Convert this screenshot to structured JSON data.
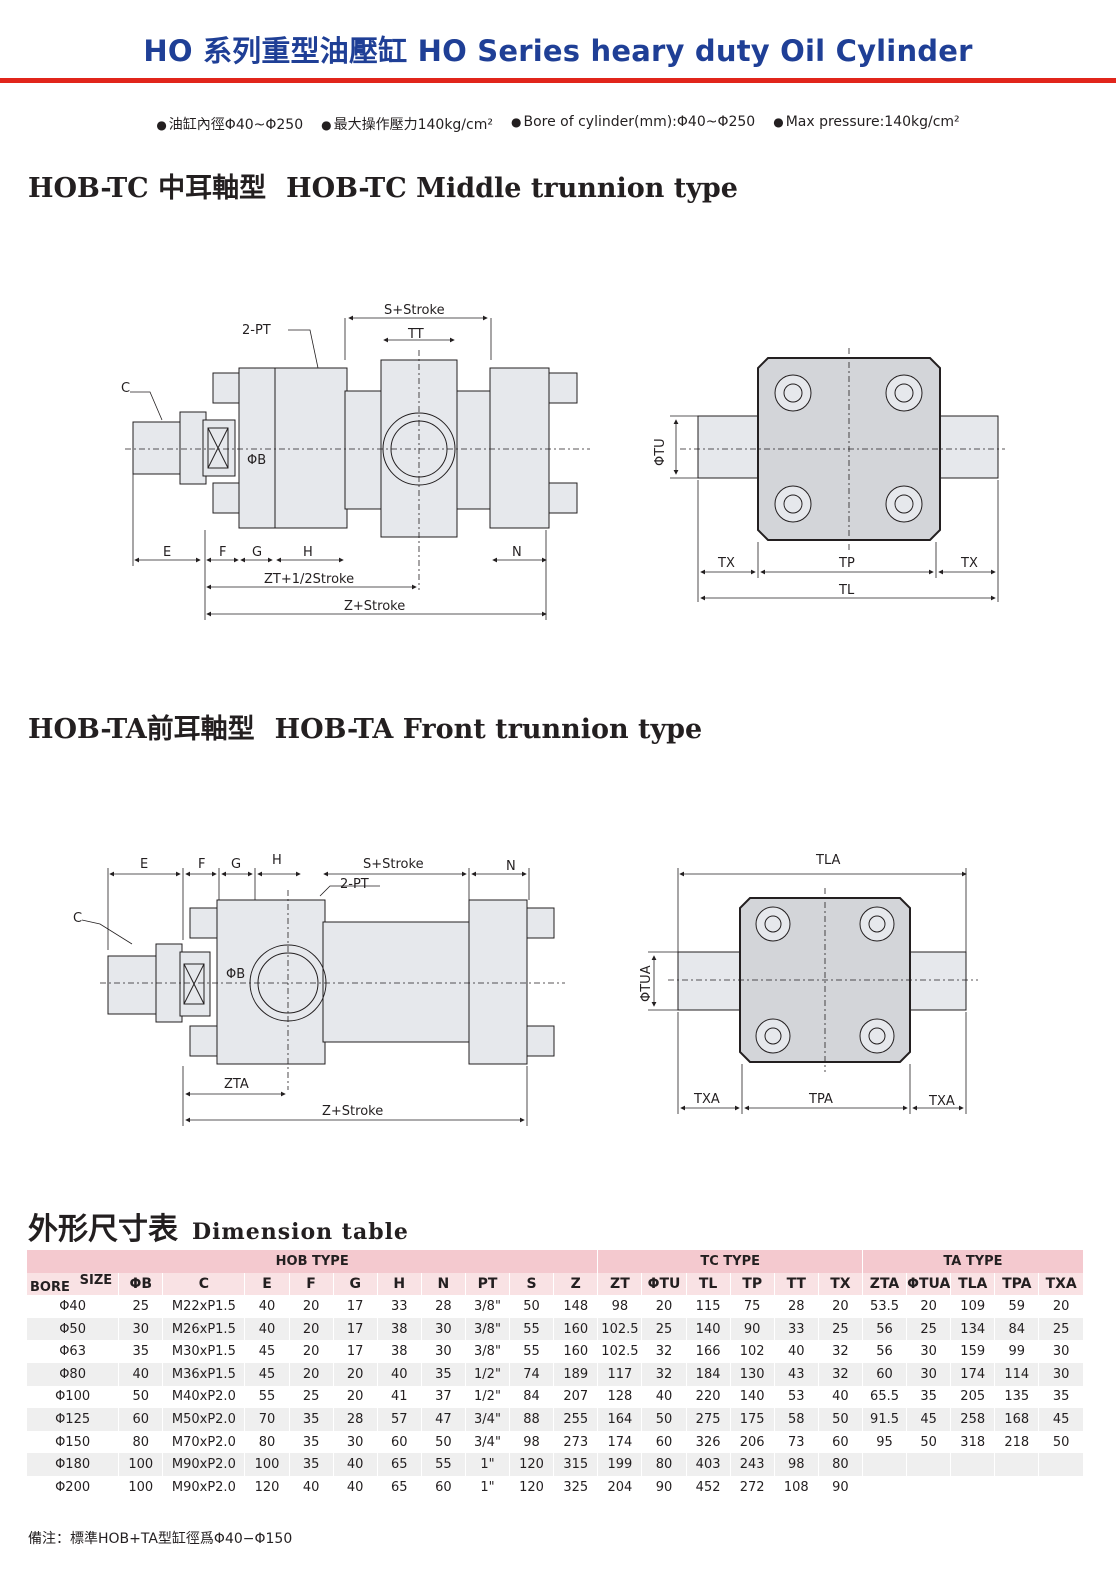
{
  "header": {
    "title": "HO 系列重型油壓缸 HO Series heary duty Oil Cylinder",
    "specs": [
      "油缸內徑Φ40~Φ250",
      "最大操作壓力140kg/cm²",
      "Bore of cylinder(mm):Φ40~Φ250",
      "Max pressure:140kg/cm²"
    ]
  },
  "section_tc": {
    "title_zh": "HOB-TC 中耳軸型",
    "title_en": "HOB-TC Middle trunnion type",
    "labels": {
      "stroke_s": "S+Stroke",
      "tt": "TT",
      "pt": "2-PT",
      "c": "C",
      "phi_b": "ΦB",
      "e": "E",
      "f": "F",
      "g": "G",
      "h": "H",
      "n": "N",
      "zt": "ZT+1/2Stroke",
      "z": "Z+Stroke",
      "phi_tu": "ΦTU",
      "tx_left": "TX",
      "tp": "TP",
      "tx_right": "TX",
      "tl": "TL"
    }
  },
  "section_ta": {
    "title_zh": "HOB-TA前耳軸型",
    "title_en": "HOB-TA Front trunnion type",
    "labels": {
      "e": "E",
      "f": "F",
      "g": "G",
      "h": "H",
      "stroke_s": "S+Stroke",
      "n": "N",
      "pt": "2-PT",
      "c": "C",
      "phi_b": "ΦB",
      "zta": "ZTA",
      "z": "Z+Stroke",
      "tla": "TLA",
      "phi_tua": "ΦTUA",
      "txa_left": "TXA",
      "tpa": "TPA",
      "txa_right": "TXA"
    }
  },
  "dimension_table": {
    "title_zh": "外形尺寸表",
    "title_en": "Dimension table",
    "groups": [
      "HOB TYPE",
      "TC TYPE",
      "TA TYPE"
    ],
    "corner_size": "SIZE",
    "corner_bore": "BORE",
    "columns": [
      "ΦB",
      "C",
      "E",
      "F",
      "G",
      "H",
      "N",
      "PT",
      "S",
      "Z",
      "ZT",
      "ΦTU",
      "TL",
      "TP",
      "TT",
      "TX",
      "ZTA",
      "ΦTUA",
      "TLA",
      "TPA",
      "TXA"
    ],
    "rows": [
      [
        "Φ40",
        "25",
        "M22xP1.5",
        "40",
        "20",
        "17",
        "33",
        "28",
        "3/8\"",
        "50",
        "148",
        "98",
        "20",
        "115",
        "75",
        "28",
        "20",
        "53.5",
        "20",
        "109",
        "59",
        "20"
      ],
      [
        "Φ50",
        "30",
        "M26xP1.5",
        "40",
        "20",
        "17",
        "38",
        "30",
        "3/8\"",
        "55",
        "160",
        "102.5",
        "25",
        "140",
        "90",
        "33",
        "25",
        "56",
        "25",
        "134",
        "84",
        "25"
      ],
      [
        "Φ63",
        "35",
        "M30xP1.5",
        "45",
        "20",
        "17",
        "38",
        "30",
        "3/8\"",
        "55",
        "160",
        "102.5",
        "32",
        "166",
        "102",
        "40",
        "32",
        "56",
        "30",
        "159",
        "99",
        "30"
      ],
      [
        "Φ80",
        "40",
        "M36xP1.5",
        "45",
        "20",
        "20",
        "40",
        "35",
        "1/2\"",
        "74",
        "189",
        "117",
        "32",
        "184",
        "130",
        "43",
        "32",
        "60",
        "30",
        "174",
        "114",
        "30"
      ],
      [
        "Φ100",
        "50",
        "M40xP2.0",
        "55",
        "25",
        "20",
        "41",
        "37",
        "1/2\"",
        "84",
        "207",
        "128",
        "40",
        "220",
        "140",
        "53",
        "40",
        "65.5",
        "35",
        "205",
        "135",
        "35"
      ],
      [
        "Φ125",
        "60",
        "M50xP2.0",
        "70",
        "35",
        "28",
        "57",
        "47",
        "3/4\"",
        "88",
        "255",
        "164",
        "50",
        "275",
        "175",
        "58",
        "50",
        "91.5",
        "45",
        "258",
        "168",
        "45"
      ],
      [
        "Φ150",
        "80",
        "M70xP2.0",
        "80",
        "35",
        "30",
        "60",
        "50",
        "3/4\"",
        "98",
        "273",
        "174",
        "60",
        "326",
        "206",
        "73",
        "60",
        "95",
        "50",
        "318",
        "218",
        "50"
      ],
      [
        "Φ180",
        "100",
        "M90xP2.0",
        "100",
        "35",
        "40",
        "65",
        "55",
        "1\"",
        "120",
        "315",
        "199",
        "80",
        "403",
        "243",
        "98",
        "80",
        "",
        "",
        "",
        "",
        ""
      ],
      [
        "Φ200",
        "100",
        "M90xP2.0",
        "120",
        "40",
        "40",
        "65",
        "60",
        "1\"",
        "120",
        "325",
        "204",
        "90",
        "452",
        "272",
        "108",
        "90",
        "",
        "",
        "",
        "",
        ""
      ]
    ]
  },
  "footnote": "備注：標準HOB+TA型缸徑爲Φ40−Φ150",
  "colors": {
    "title_blue": "#1f3f96",
    "rule_red": "#e1251b",
    "table_group_pink": "#f4c9cf",
    "table_header_pink": "#f9e2e4",
    "drawing_fill": "#e6e8ec",
    "plate_fill": "#d3d5d9"
  }
}
